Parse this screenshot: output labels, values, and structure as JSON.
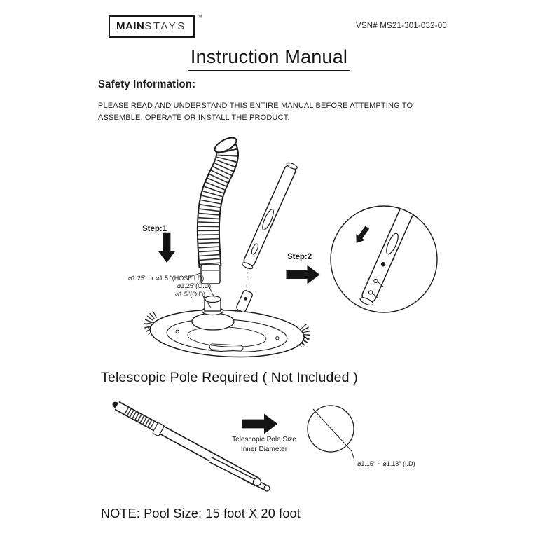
{
  "colors": {
    "ink": "#1c1c1c",
    "paper": "#ffffff"
  },
  "header": {
    "brand_bold": "MAIN",
    "brand_light": "STAYS",
    "trademark": "™",
    "vsn": "VSN# MS21-301-032-00"
  },
  "title": "Instruction Manual",
  "safety": {
    "heading": "Safety Information:",
    "body": "PLEASE READ AND UNDERSTAND THIS ENTIRE MANUAL BEFORE ATTEMPTING TO ASSEMBLE, OPERATE OR INSTALL THE PRODUCT."
  },
  "assembly_diagram": {
    "step1_label": "Step:1",
    "step2_label": "Step:2",
    "hose_id_label": "⌀1.25″ or ⌀1.5 ″(HOSE I.D)",
    "od_label_top": "⌀1.25″(O.D)",
    "od_label_bottom": "⌀1.5″(O.D)"
  },
  "pole_section": {
    "heading": "Telescopic Pole Required ( Not Included )",
    "size_label_line1": "Telescopic Pole Size",
    "size_label_line2": "Inner Diameter",
    "inner_diameter_label": "⌀1.15″ ~ ⌀1.18″ (I.D)"
  },
  "note": "NOTE: Pool Size: 15 foot X 20 foot"
}
